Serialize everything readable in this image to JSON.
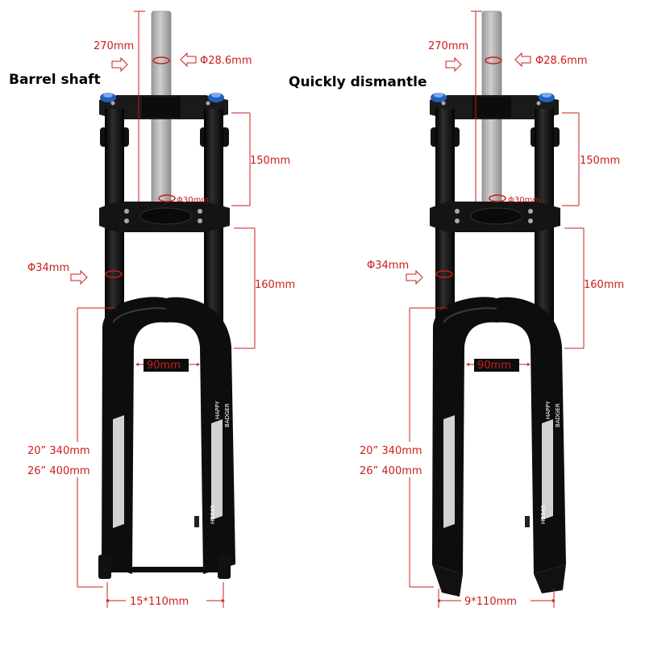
{
  "colors": {
    "dimension": "#cc1c1c",
    "fork": "#111111",
    "steerer": "#b4b4b4",
    "cap": "#1f5fbf"
  },
  "headings": {
    "left": "Barrel shaft",
    "right": "Quickly dismantle"
  },
  "left": {
    "steerer_length": "270mm",
    "steerer_diameter": "Φ28.6mm",
    "steerer_base": "Φ30mm",
    "crown_gap": "150mm",
    "stanchion_diameter": "Φ34mm",
    "exposed_stanchion": "160mm",
    "tire_width": "90mm",
    "size_20": "20” 340mm",
    "size_26": "26” 400mm",
    "axle": "15*110mm",
    "brand_1": "HAPPY",
    "brand_2": "BADGER",
    "model": "HB340"
  },
  "right": {
    "steerer_length": "270mm",
    "steerer_diameter": "Φ28.6mm",
    "steerer_base": "Φ30mm",
    "crown_gap": "150mm",
    "stanchion_diameter": "Φ34mm",
    "exposed_stanchion": "160mm",
    "tire_width": "90mm",
    "size_20": "20” 340mm",
    "size_26": "26” 400mm",
    "axle": "9*110mm",
    "brand_1": "HAPPY",
    "brand_2": "BADGER",
    "model": "HB340"
  }
}
